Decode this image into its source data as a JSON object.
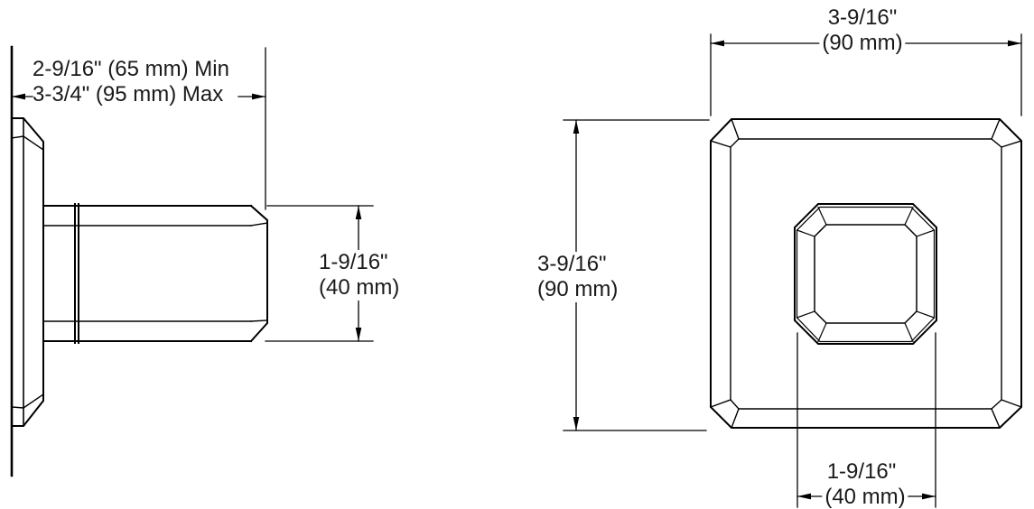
{
  "drawing": {
    "title_hint": "technical dimension drawing, side view and front view of square wall-mount handle trim",
    "colors": {
      "line": "#000000",
      "text": "#1a1a1a",
      "background": "#ffffff"
    },
    "side_view": {
      "depth_dimension": {
        "min": "2-9/16\" (65 mm) Min",
        "max": "3-3/4\" (95 mm) Max"
      },
      "height_dimension": {
        "inches": "1-9/16\"",
        "metric": "(40 mm)"
      }
    },
    "front_view": {
      "width_dimension": {
        "inches": "3-9/16\"",
        "metric": "(90 mm)"
      },
      "height_dimension": {
        "inches": "3-9/16\"",
        "metric": "(90 mm)"
      },
      "handle_width_dimension": {
        "inches": "1-9/16\"",
        "metric": "(40 mm)"
      }
    }
  }
}
